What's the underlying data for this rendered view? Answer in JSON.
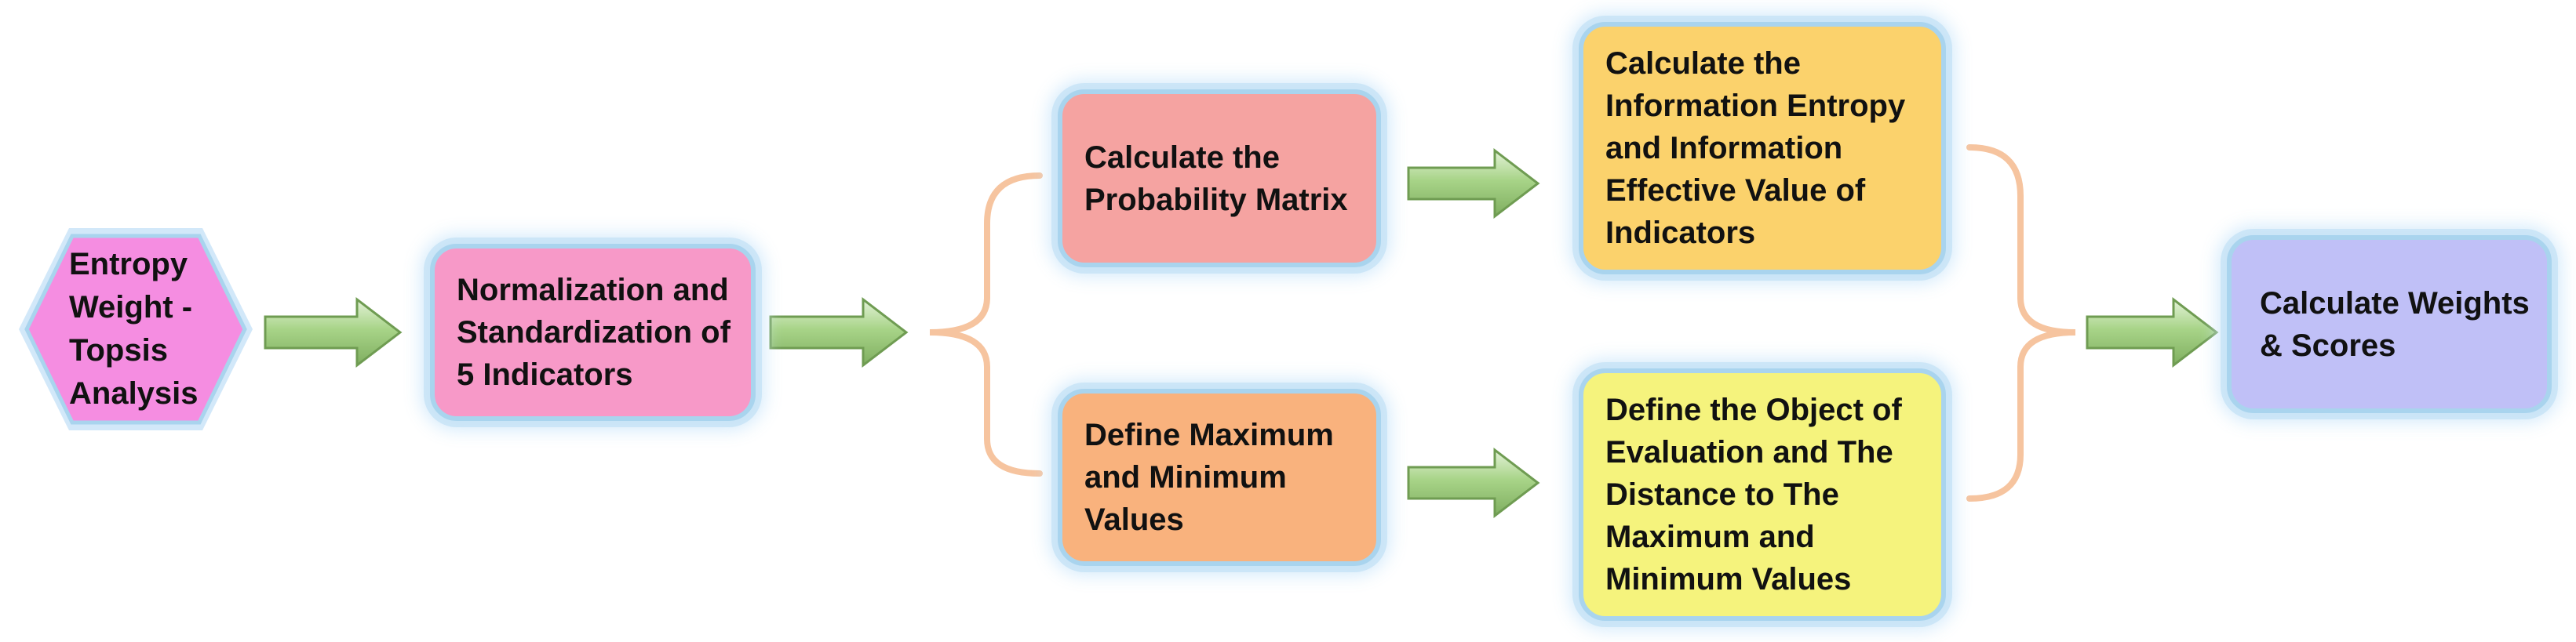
{
  "nodes": {
    "start": "Entropy\nWeight -\nTopsis\nAnalysis",
    "normalize": "Normalization and\nStandardization of\n5 Indicators",
    "probability": "Calculate the\nProbability Matrix",
    "entropy": "Calculate the\nInformation Entropy\nand Information\nEffective Value of\nIndicators",
    "maxmin": "Define Maximum\nand Minimum\nValues",
    "distance": "Define the Object of\nEvaluation and The\nDistance to The\nMaximum and\nMinimum Values",
    "result": "Calculate Weights\n& Scores"
  },
  "colors": {
    "start": "#f58de1",
    "normalize": "#f799c8",
    "probability": "#f5a3a1",
    "entropy": "#fbd26c",
    "maxmin": "#f9b27d",
    "distance": "#f5f37d",
    "result": "#c0c0f7",
    "arrow": "#98c878",
    "brace": "#f6c49f",
    "glow": "#a9d4ee"
  }
}
